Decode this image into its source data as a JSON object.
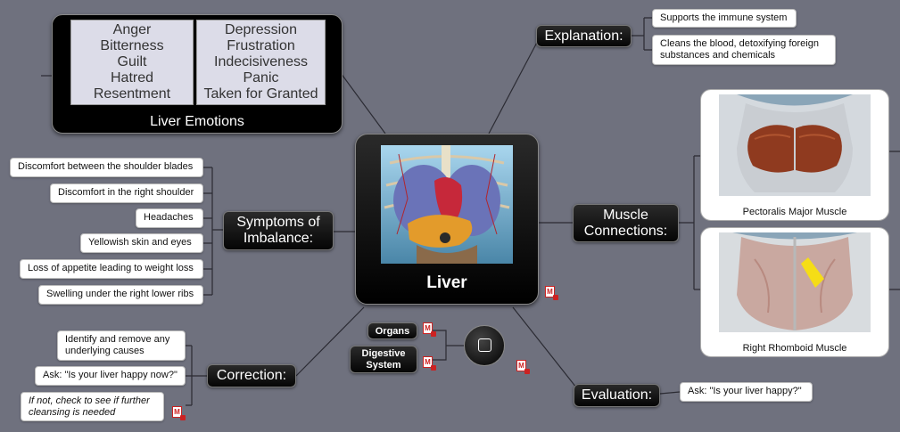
{
  "emotions": {
    "title": "Liver Emotions",
    "left": [
      "Anger",
      "Bitterness",
      "Guilt",
      "Hatred",
      "Resentment"
    ],
    "right": [
      "Depression",
      "Frustration",
      "Indecisiveness",
      "Panic",
      "Taken for Granted"
    ]
  },
  "center": {
    "title": "Liver"
  },
  "explanation": {
    "label": "Explanation:",
    "items": [
      "Supports the immune system",
      "Cleans the blood, detoxifying foreign substances and chemicals"
    ]
  },
  "symptoms": {
    "label": "Symptoms of Imbalance:",
    "items": [
      "Discomfort between the shoulder blades",
      "Discomfort in the right shoulder",
      "Headaches",
      "Yellowish skin and eyes",
      "Loss of appetite leading to weight loss",
      "Swelling under the right lower ribs"
    ]
  },
  "muscle": {
    "label": "Muscle Connections:",
    "items": [
      "Pectoralis Major Muscle",
      "Right Rhomboid Muscle"
    ]
  },
  "correction": {
    "label": "Correction:",
    "items": [
      "Identify and remove any underlying causes",
      "Ask: \"Is your liver happy now?\"",
      "If not, check to see if further cleansing is needed"
    ]
  },
  "evaluation": {
    "label": "Evaluation:",
    "items": [
      "Ask: \"Is your liver happy?\""
    ]
  },
  "related": {
    "organs": "Organs",
    "digestive": "Digestive System"
  },
  "note_icon_text": "M",
  "colors": {
    "background": "#6f717e",
    "node": "#111111",
    "emotion_panel": "#dcdce8",
    "liver": "#e39b2b",
    "muscle": "#8f3a1f",
    "rhomboid": "#f5dd16"
  }
}
